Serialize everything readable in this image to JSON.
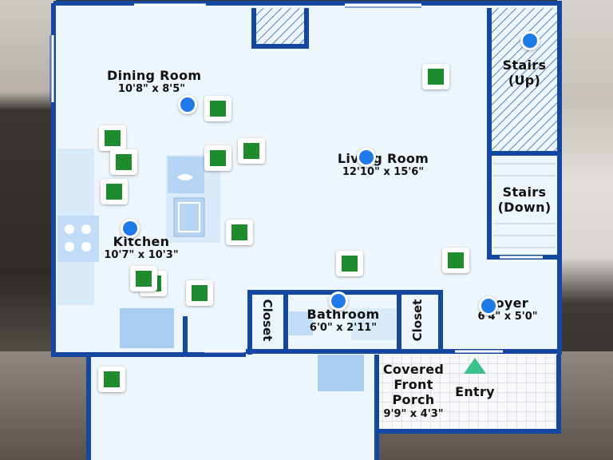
{
  "rooms": {
    "dining": {
      "name": "Dining Room",
      "size": "10'8\" x 8'5\""
    },
    "living": {
      "name": "Living Room",
      "size": "12'10\" x 15'6\""
    },
    "kitchen": {
      "name": "Kitchen",
      "size": "10'7\" x 10'3\""
    },
    "stairs_up": {
      "line1": "Stairs",
      "line2": "(Up)"
    },
    "stairs_down": {
      "line1": "Stairs",
      "line2": "(Down)"
    },
    "bathroom": {
      "name": "Bathroom",
      "size": "6'0\" x 2'11\""
    },
    "foyer": {
      "name": "Foyer",
      "size": "6'4\" x 5'0\""
    },
    "closet_left": {
      "name": "Closet"
    },
    "closet_right": {
      "name": "Closet"
    },
    "porch": {
      "line1": "Covered",
      "line2": "Front",
      "line3": "Porch",
      "size": "9'9\" x 4'3\""
    },
    "entry": {
      "name": "Entry"
    }
  },
  "markers": {
    "panorama_icon": "blue-dot",
    "photo_icon": "green-square",
    "entry_icon": "green-triangle"
  },
  "colors": {
    "wall": "#1447a0",
    "floor": "#eef6fd",
    "panorama": "#1f7ae8",
    "photo": "#1e8b2e",
    "entry": "#3ec08e"
  }
}
